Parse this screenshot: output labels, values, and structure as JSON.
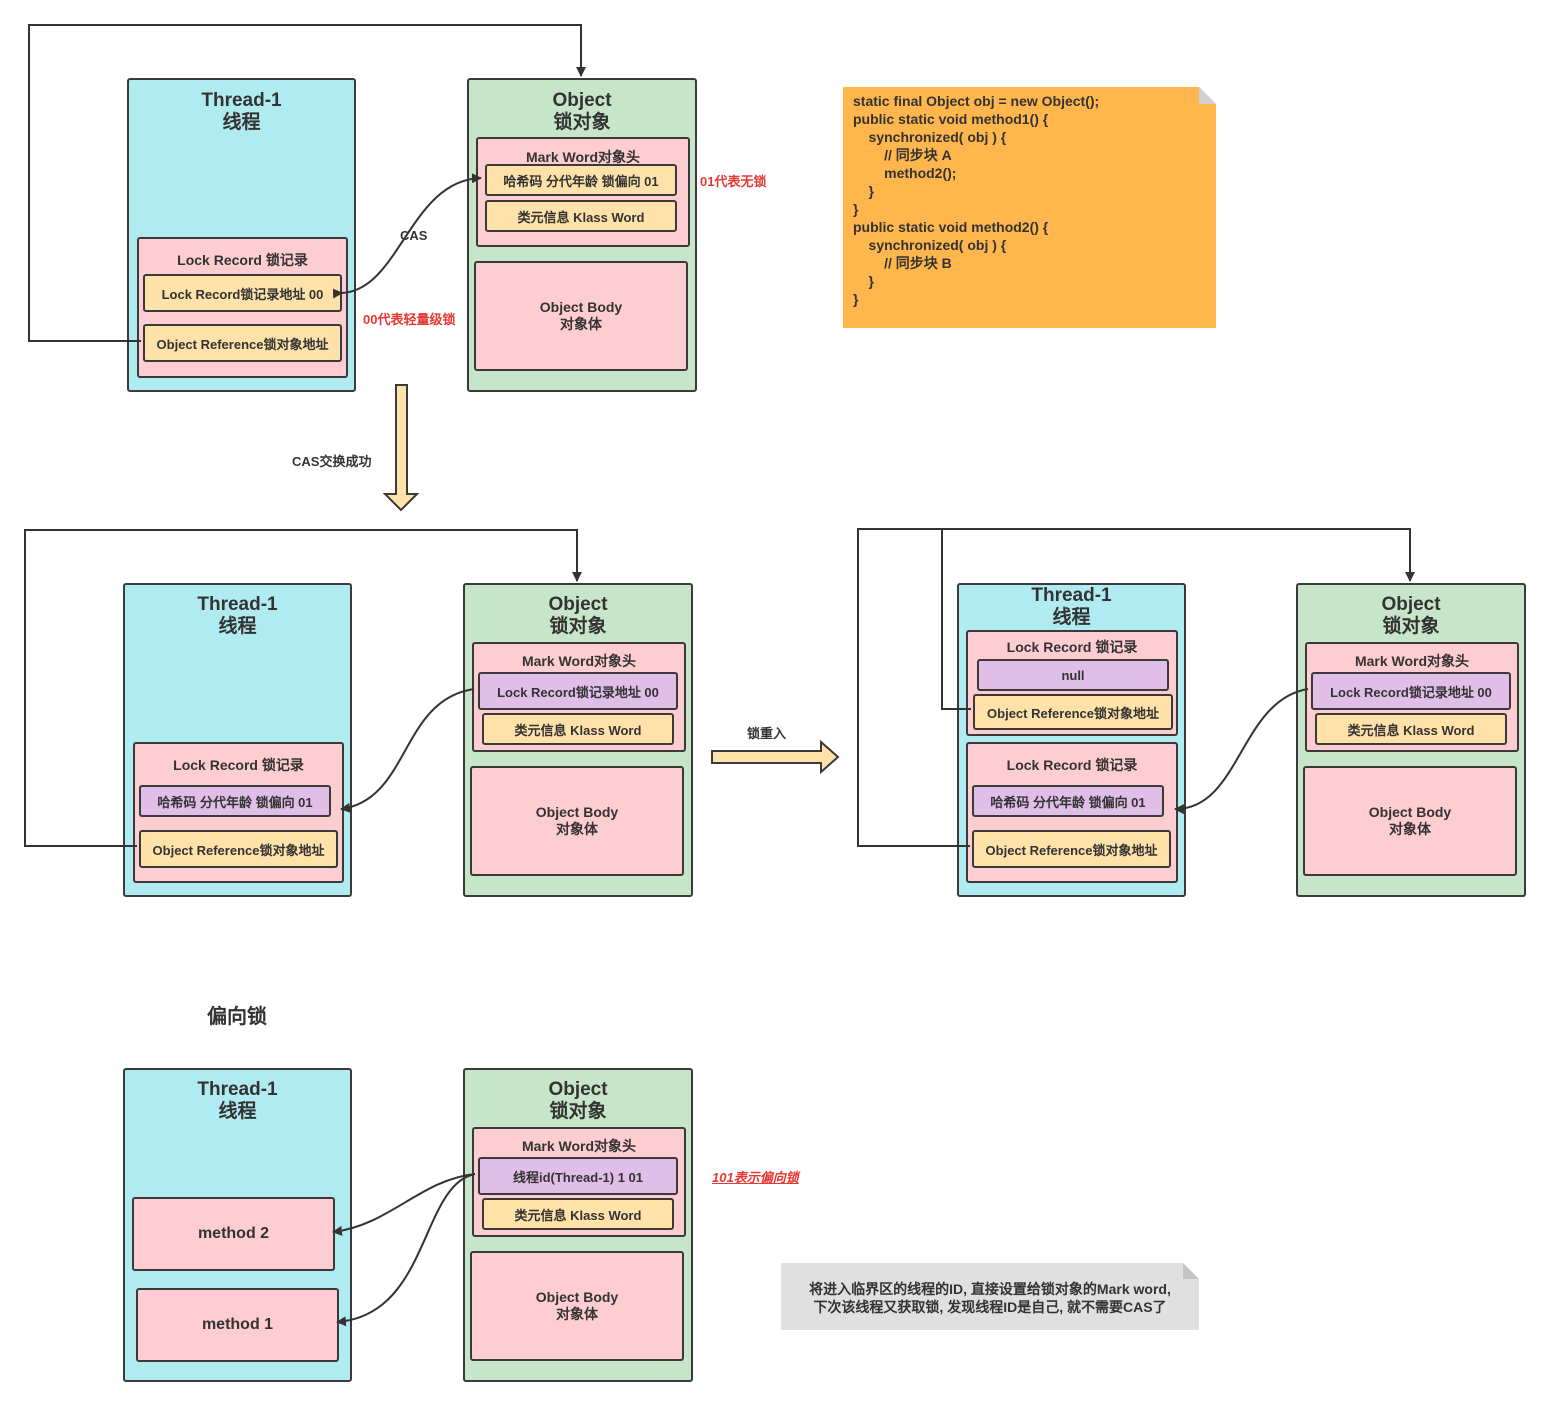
{
  "top": {
    "thread": {
      "title_en": "Thread-1",
      "title_cn": "线程",
      "lock_record_label": "Lock Record 锁记录",
      "slot1": "Lock Record锁记录地址 00",
      "slot2": "Object Reference锁对象地址"
    },
    "object": {
      "title_en": "Object",
      "title_cn": "锁对象",
      "mark_word_label": "Mark Word对象头",
      "slot1": "哈希码 分代年龄 锁偏向 01",
      "slot2": "类元信息 Klass Word",
      "body_en": "Object Body",
      "body_cn": "对象体"
    },
    "cas_label": "CAS",
    "note_unlocked": "01代表无锁",
    "note_lightweight": "00代表轻量级锁"
  },
  "code_note": {
    "lines": [
      "static final Object obj = new Object();",
      "public static void method1() {",
      "    synchronized( obj ) {",
      "        // 同步块 A",
      "        method2();",
      "    }",
      "}",
      "public static void method2() {",
      "    synchronized( obj ) {",
      "        // 同步块 B",
      "    }",
      "}"
    ]
  },
  "cas_success_label": "CAS交换成功",
  "middle_left": {
    "thread": {
      "title_en": "Thread-1",
      "title_cn": "线程",
      "lock_record_label": "Lock Record 锁记录",
      "slot1": "哈希码 分代年龄 锁偏向 01",
      "slot2": "Object Reference锁对象地址"
    },
    "object": {
      "title_en": "Object",
      "title_cn": "锁对象",
      "mark_word_label": "Mark Word对象头",
      "slot1": "Lock Record锁记录地址 00",
      "slot2": "类元信息 Klass Word",
      "body_en": "Object Body",
      "body_cn": "对象体"
    }
  },
  "reentry_label": "锁重入",
  "middle_right": {
    "thread": {
      "title_en": "Thread-1",
      "title_cn": "线程",
      "record1_label": "Lock Record 锁记录",
      "record1_slot1": "null",
      "record1_slot2": "Object Reference锁对象地址",
      "record2_label": "Lock Record 锁记录",
      "record2_slot1": "哈希码 分代年龄 锁偏向 01",
      "record2_slot2": "Object Reference锁对象地址"
    },
    "object": {
      "title_en": "Object",
      "title_cn": "锁对象",
      "mark_word_label": "Mark Word对象头",
      "slot1": "Lock Record锁记录地址 00",
      "slot2": "类元信息 Klass Word",
      "body_en": "Object Body",
      "body_cn": "对象体"
    }
  },
  "biased": {
    "heading": "偏向锁",
    "thread": {
      "title_en": "Thread-1",
      "title_cn": "线程",
      "method2": "method 2",
      "method1": "method 1"
    },
    "object": {
      "title_en": "Object",
      "title_cn": "锁对象",
      "mark_word_label": "Mark Word对象头",
      "slot1": "线程id(Thread-1) 1 01",
      "slot2": "类元信息 Klass Word",
      "body_en": "Object Body",
      "body_cn": "对象体"
    },
    "note_biased": "101表示偏向锁",
    "explanation_line1": "将进入临界区的线程的ID, 直接设置给锁对象的Mark word,",
    "explanation_line2": "下次该线程又获取锁, 发现线程ID是自己, 就不需要CAS了"
  },
  "colors": {
    "thread_bg": "#b1ebf2",
    "object_bg": "#c6e5c9",
    "record_bg": "#fecdd2",
    "slot_bg": "#fee2a9",
    "highlight_bg": "#e1bee7",
    "code_note_bg": "#ffb74d",
    "grey_note_bg": "#e0e0e0",
    "red_text": "#e53935"
  }
}
